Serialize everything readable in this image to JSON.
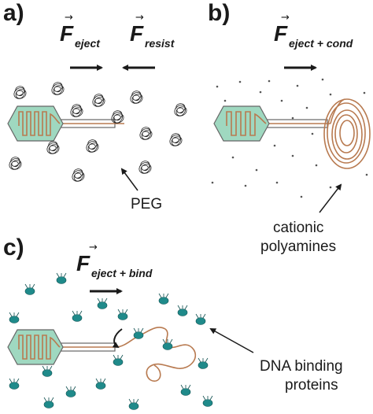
{
  "panels": {
    "a": {
      "letter": "a)",
      "forces": [
        {
          "symbol": "F",
          "subscript": "eject",
          "direction": "right"
        },
        {
          "symbol": "F",
          "subscript": "resist",
          "direction": "left"
        }
      ],
      "label": "PEG"
    },
    "b": {
      "letter": "b)",
      "forces": [
        {
          "symbol": "F",
          "subscript": "eject + cond",
          "direction": "right"
        }
      ],
      "label_lines": [
        "cationic",
        "polyamines"
      ]
    },
    "c": {
      "letter": "c)",
      "forces": [
        {
          "symbol": "F",
          "subscript": "eject + bind",
          "direction": "right"
        }
      ],
      "label_lines": [
        "DNA binding",
        "proteins"
      ]
    }
  },
  "vector_arrow": "→",
  "colors": {
    "capsid": "#9fd8c0",
    "dna": "#b87a50",
    "protein": "#1f8a8a",
    "text": "#1a1a1a"
  }
}
